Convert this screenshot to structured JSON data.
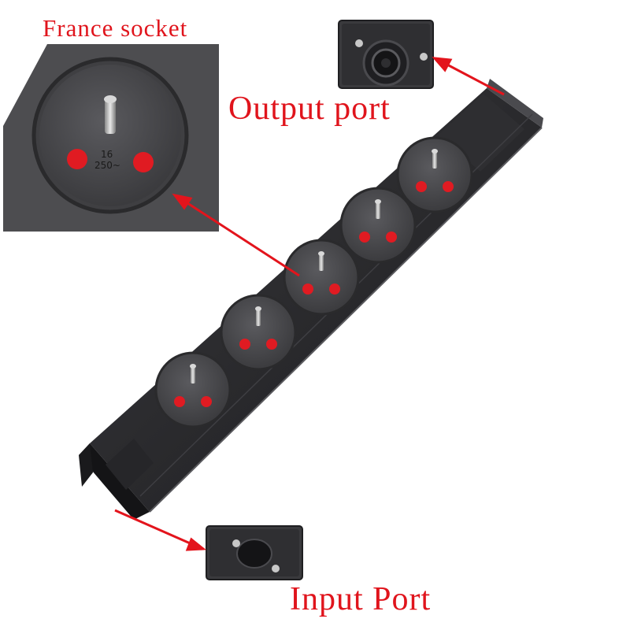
{
  "labels": {
    "france_socket": "France socket",
    "output_port": "Output port",
    "input_port": "Input Port"
  },
  "socket_rating": {
    "amps": "16",
    "volts": "250~"
  },
  "socket_count": 5,
  "colors": {
    "label_red": "#e0141c",
    "arrow_red": "#e3141c",
    "strip_body": "#2b2b2e",
    "socket_face": "#4a4a4d",
    "contact_red": "#e01b22"
  }
}
